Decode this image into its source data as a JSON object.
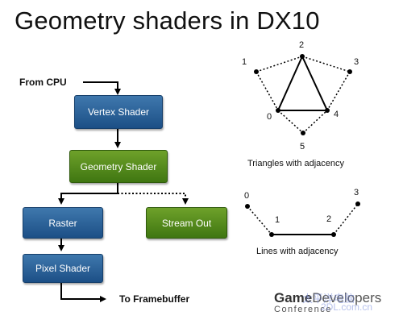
{
  "title": "Geometry shaders in DX10",
  "pipeline": {
    "from_cpu": "From CPU",
    "vertex_shader": "Vertex Shader",
    "geometry_shader": "Geometry Shader",
    "raster": "Raster",
    "stream_out": "Stream Out",
    "pixel_shader": "Pixel Shader",
    "to_framebuffer": "To Framebuffer"
  },
  "triangles": {
    "caption": "Triangles with adjacency",
    "vertex_labels": [
      "0",
      "1",
      "2",
      "3",
      "4",
      "5"
    ]
  },
  "lines": {
    "caption": "Lines with adjacency",
    "vertex_labels": [
      "0",
      "1",
      "2",
      "3"
    ]
  },
  "logo": {
    "game": "Game",
    "developers": "Developers",
    "conference": "Conference"
  },
  "watermark": {
    "line1": "太平洋电脑",
    "line2": "2DL.com.cn"
  },
  "colors": {
    "blue_box": "#2a5e96",
    "green_box": "#5a8f1f"
  }
}
